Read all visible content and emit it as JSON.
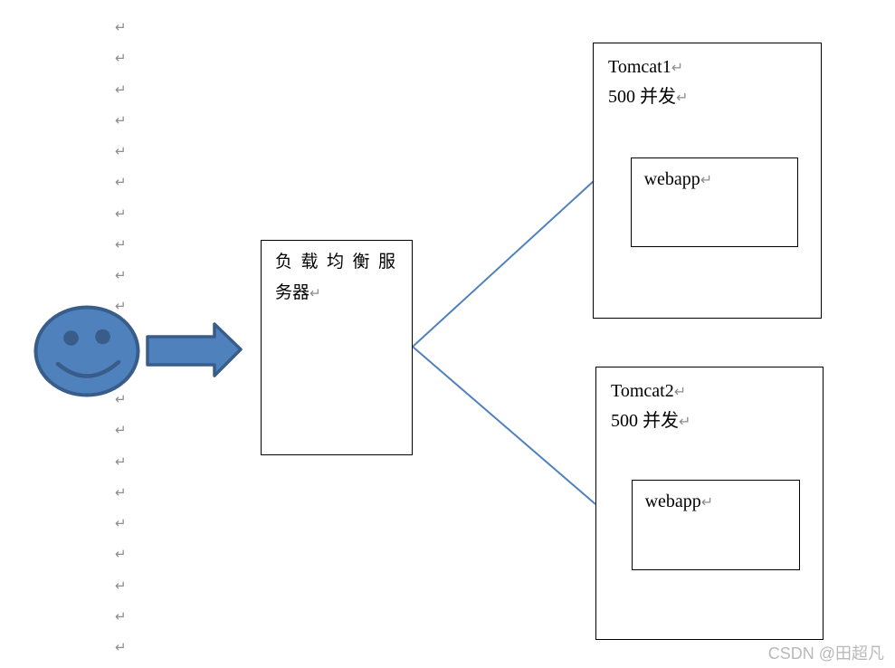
{
  "formatting_marks": {
    "glyph": "↵",
    "column_count": 21
  },
  "diagram": {
    "client": {
      "icon": "smiley-face"
    },
    "flow_arrow": {
      "icon": "right-arrow"
    },
    "load_balancer": {
      "line1": "负载均衡服",
      "line2": "务器"
    },
    "tomcat1": {
      "title": "Tomcat1",
      "capacity": "500 并发",
      "webapp": "webapp"
    },
    "tomcat2": {
      "title": "Tomcat2",
      "capacity": "500 并发",
      "webapp": "webapp"
    }
  },
  "watermark": {
    "text": "CSDN @田超凡"
  },
  "colors": {
    "shape_fill": "#4f81bd",
    "shape_outline": "#385d8a",
    "connector_line": "#4f81bd",
    "box_border": "#000000",
    "text": "#000000",
    "formatting_mark": "#8d8d8d",
    "watermark": "#b9b9b9"
  }
}
